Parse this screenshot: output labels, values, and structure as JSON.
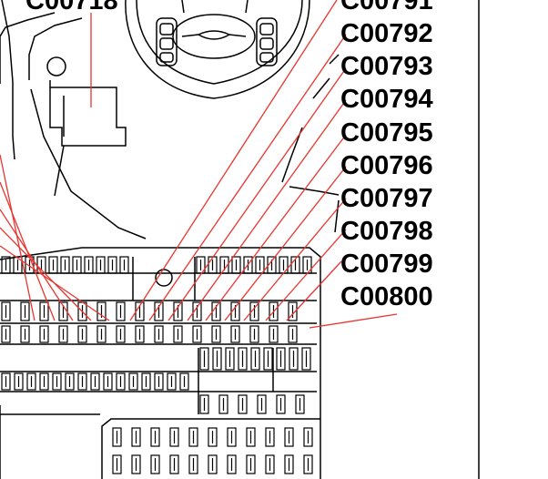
{
  "diagram": {
    "top_left_label": "C00718",
    "connector_labels": [
      "C00791",
      "C00792",
      "C00793",
      "C00794",
      "C00795",
      "C00796",
      "C00797",
      "C00798",
      "C00799",
      "C00800"
    ],
    "colors": {
      "leader_line": "#e8352f",
      "line_art": "#000000",
      "background": "#ffffff"
    }
  }
}
